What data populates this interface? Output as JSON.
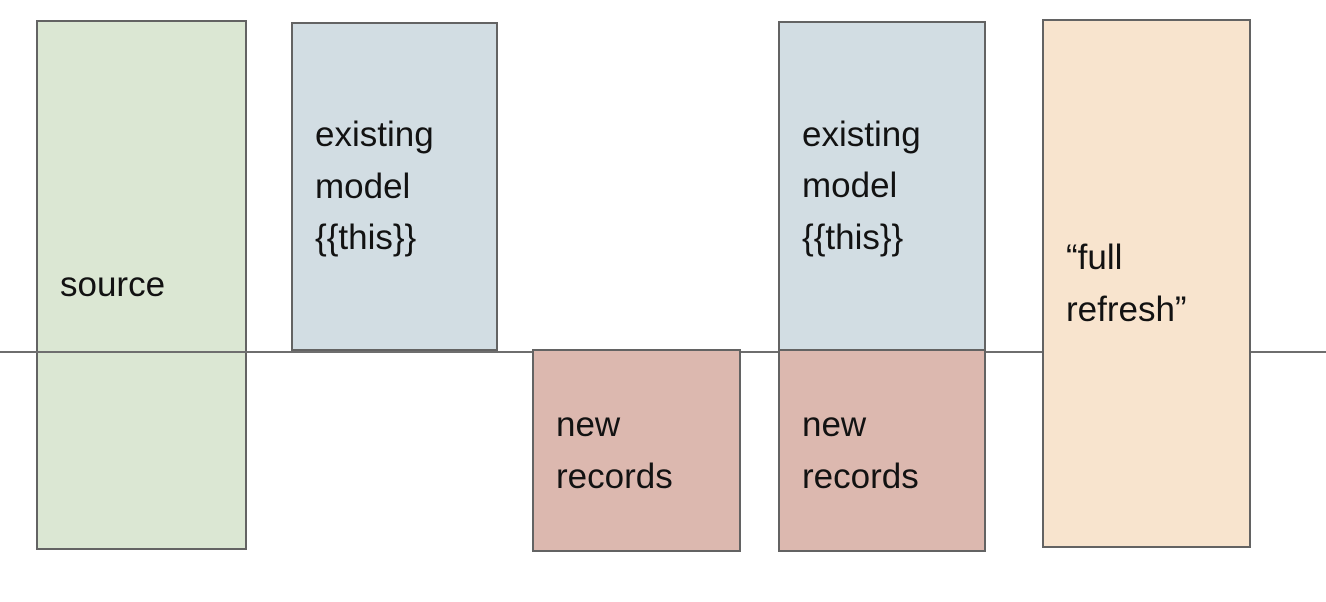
{
  "diagram": {
    "background_color": "#ffffff",
    "divider_line_color": "#6e6e6e",
    "box_border_color": "#636363",
    "text_color": "#121212",
    "boxes": [
      {
        "name": "source",
        "label": "source",
        "fill": "#dbe7d3"
      },
      {
        "name": "existing-model-left",
        "label": "existing\nmodel\n{{this}}",
        "fill": "#d2dde3"
      },
      {
        "name": "new-records-left",
        "label": "new\nrecords",
        "fill": "#dcb8af"
      },
      {
        "name": "existing-model-right",
        "label": "existing\nmodel\n{{this}}",
        "fill": "#d2dde3"
      },
      {
        "name": "new-records-right",
        "label": "new\nrecords",
        "fill": "#dcb8af"
      },
      {
        "name": "full-refresh",
        "label": "“full\nrefresh”",
        "fill": "#f8e4ce"
      }
    ]
  }
}
